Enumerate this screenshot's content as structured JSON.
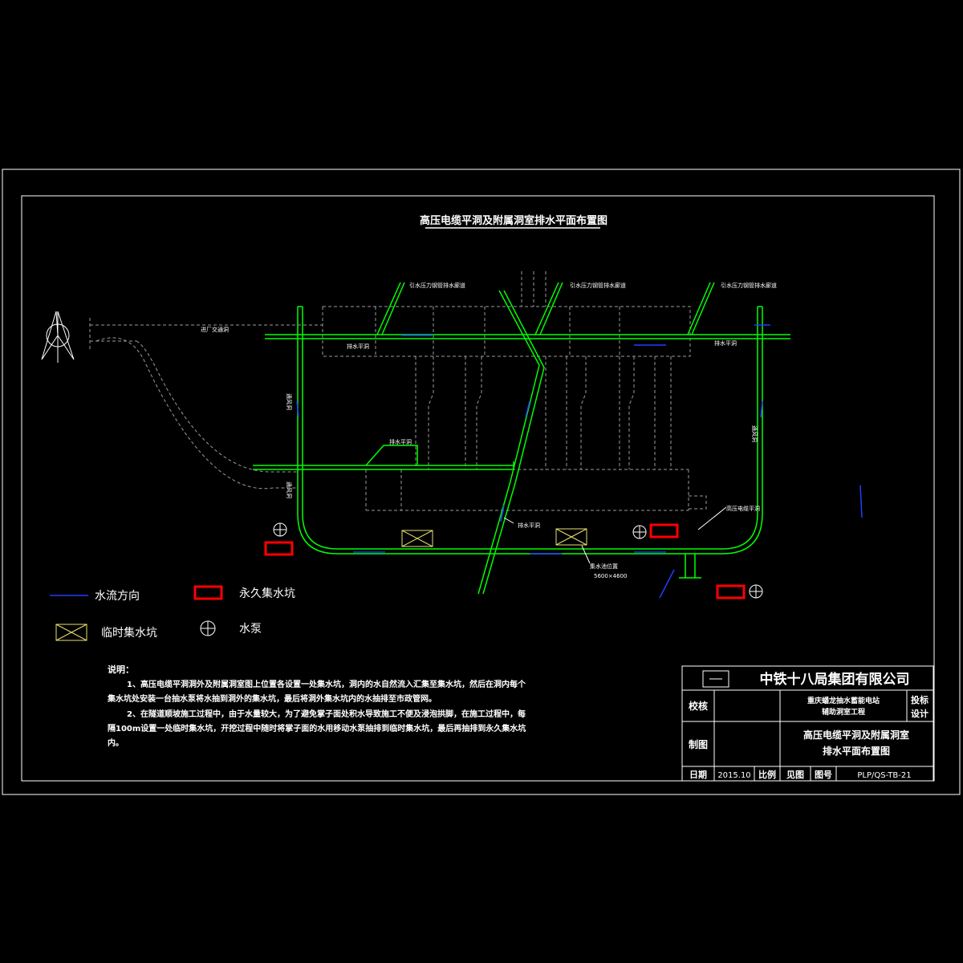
{
  "drawing": {
    "title": "高压电缆平洞及附属洞室排水平面布置图",
    "labels": {
      "pipe_left": "引水压力钢管排水廊道",
      "pipe_mid": "引水压力钢管排水廊道",
      "pipe_right": "引水压力钢管排水廊道",
      "top_left": "排水平洞",
      "top_right": "排水平洞",
      "mid_left": "排水平洞",
      "bottom_mid": "排水平洞",
      "right_cable": "高压电缆平洞",
      "access_tunnel": "进厂交通洞",
      "sump_note": "集水池位置",
      "sump_dim": "5600×4600",
      "side_left_a": "通风洞",
      "side_left_b": "通风洞",
      "side_right": "通风洞"
    }
  },
  "legend": {
    "flow_direction": "水流方向",
    "permanent_sump": "永久集水坑",
    "temporary_sump": "临时集水坑",
    "pump": "水泵"
  },
  "notes": {
    "heading": "说明：",
    "line1": "1、高压电缆平洞洞外及附属洞室图上位置各设置一处集水坑，洞内的水自然流入汇集至集水坑，然后在洞内每个",
    "line2": "集水坑处安装一台抽水泵将水抽到洞外的集水坑，最后将洞外集水坑内的水抽排至市政管网。",
    "line3": "2、在隧道顺坡施工过程中，由于水量较大，为了避免掌子面处积水导致施工不便及浸泡拱脚，在施工过程中，每",
    "line4": "隔100m设置一处临时集水坑，开挖过程中随时将掌子面的水用移动水泵抽排到临时集水坑，最后再抽排到永久集水坑",
    "line5": "内。"
  },
  "title_block": {
    "company": "中铁十八局集团有限公司",
    "check_label": "校核",
    "project_line1": "重庆蟠龙抽水蓄能电站",
    "project_line2": "辅助洞室工程",
    "stage_line1": "投标",
    "stage_line2": "设计",
    "draw_label": "制图",
    "drawing_name_line1": "高压电缆平洞及附属洞室",
    "drawing_name_line2": "排水平面布置图",
    "date_label": "日期",
    "date_value": "2015.10",
    "scale_label": "比例",
    "scale_value": "见图",
    "drawing_no_label": "图号",
    "drawing_no_value": "PLP/QS-TB-21"
  },
  "colors": {
    "background": "#000000",
    "tunnel_green": "#00ff00",
    "flow_blue": "#1f3fff",
    "sump_red": "#ff0000",
    "temp_sump_yellow": "#e8e070",
    "frame_white": "#ffffff",
    "dashed_grey": "#9a9a9a"
  },
  "icons": {
    "north_arrow": "compass-north-icon",
    "pump": "crosshair-circle-icon"
  }
}
